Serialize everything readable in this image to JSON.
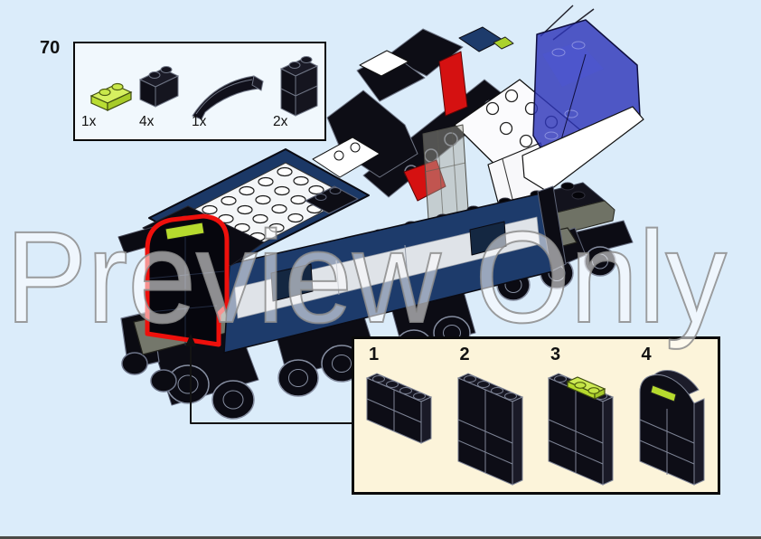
{
  "page": {
    "watermark_text": "Preview Only",
    "background_color": "#dbecfa",
    "bottom_border_color": "#4a4a46"
  },
  "step": {
    "number": "70"
  },
  "parts_box": {
    "background_color": "#f1f8fd",
    "parts": [
      {
        "name": "plate-1x2-trans-lime",
        "count": "1x",
        "color": "#b6da2e"
      },
      {
        "name": "brick-1x2-black",
        "count": "4x",
        "color": "#10101a"
      },
      {
        "name": "slope-curved-1x3-black",
        "count": "1x",
        "color": "#10101a"
      },
      {
        "name": "brick-1x2x2-black",
        "count": "2x",
        "color": "#10101a"
      }
    ]
  },
  "substeps_box": {
    "background_color": "#fcf4da",
    "steps": [
      {
        "number": "1"
      },
      {
        "number": "2"
      },
      {
        "number": "3"
      },
      {
        "number": "4"
      }
    ]
  },
  "model": {
    "highlight_color": "#ee100c",
    "body_color": "#1d3b6b",
    "hull_color": "#2e36ba",
    "accent_red": "#d51111",
    "accent_lime": "#b6da2e",
    "chassis_color": "#74776b"
  }
}
